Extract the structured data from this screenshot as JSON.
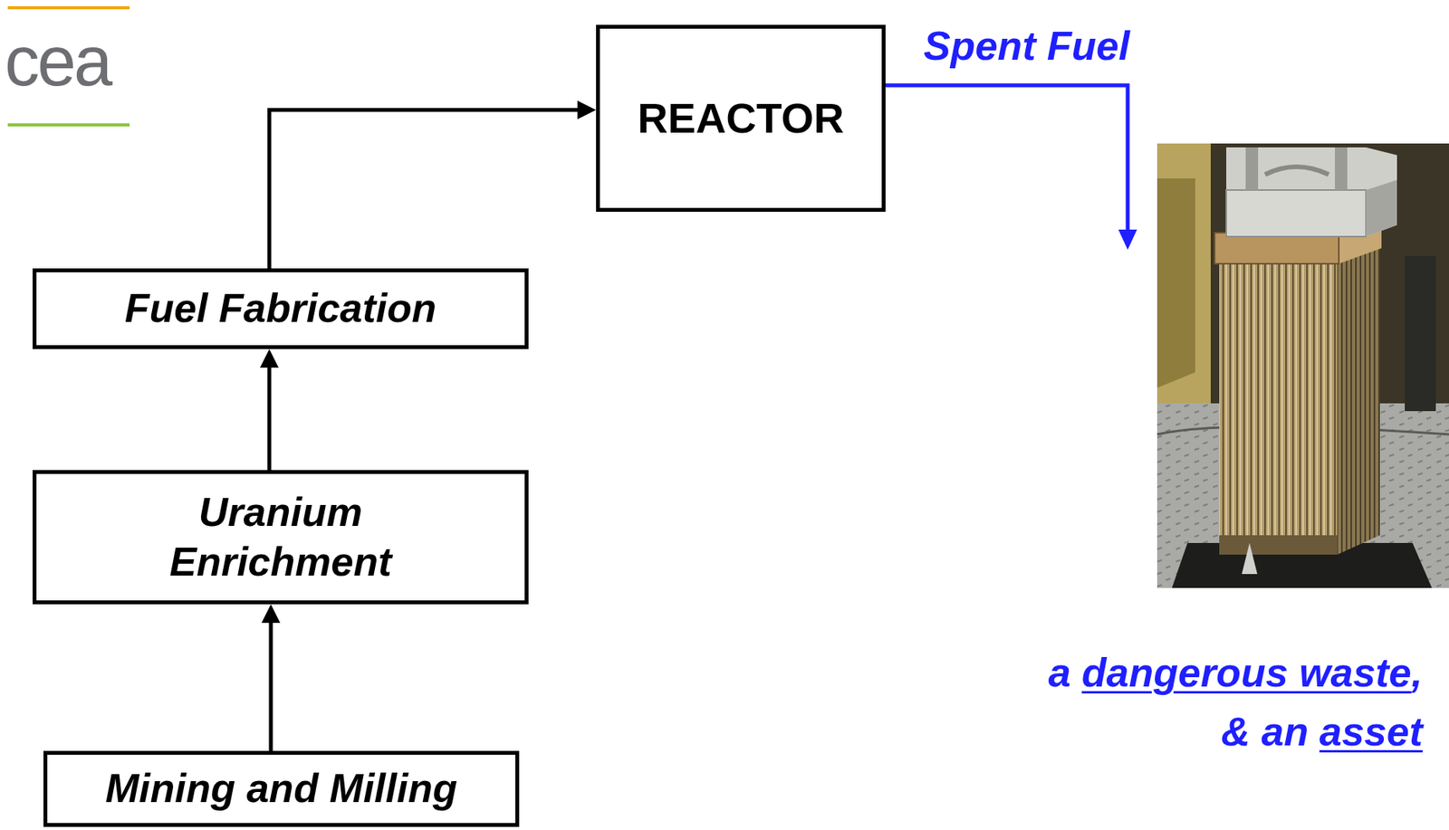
{
  "diagram": {
    "nodes": [
      {
        "text": [
          "REACTOR"
        ]
      },
      {
        "text": [
          "Fuel Fabrication"
        ]
      },
      {
        "text": [
          "Uranium Enrichment"
        ]
      },
      {
        "text": [
          "Mining and Milling"
        ]
      }
    ],
    "edges": [
      {
        "from": 3,
        "to": 2,
        "arrow": "to"
      },
      {
        "from": 2,
        "to": 1,
        "arrow": "to"
      },
      {
        "from": 1,
        "to": 0,
        "arrow": "to"
      }
    ],
    "labels": [
      "cea",
      "Spent Fuel",
      "a",
      "dangerous waste",
      ",",
      "& an",
      "asset"
    ]
  }
}
